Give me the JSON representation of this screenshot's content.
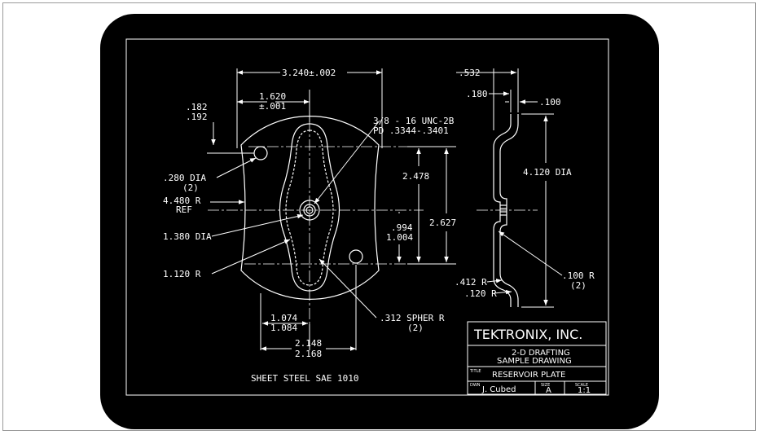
{
  "colors": {
    "paper": "#ffffff",
    "screen": "#000000",
    "ink": "#ffffff"
  },
  "dims": {
    "overall_width": "3.240±.002",
    "half_width": "1.620",
    "half_width_tol": "±.001",
    "hole_offset_a": ".182",
    "hole_offset_b": ".192",
    "thread": "3/8 - 16 UNC-2B",
    "pitch_dia": "PD .3344-.3401",
    "small_hole": ".280 DIA",
    "small_hole_qty": "(2)",
    "outer_radius": "4.480 R",
    "outer_radius_note": "REF",
    "center_dia": "1.380 DIA",
    "inner_radius": "1.120 R",
    "lower_a": "1.074",
    "lower_b": "1.084",
    "spher": ".312 SPHER R",
    "spher_qty": "(2)",
    "bottom_a": "2.148",
    "bottom_b": "2.168",
    "v_2478": "2.478",
    "v_2627": "2.627",
    "v_994": ".994",
    "v_1004": "1.004",
    "side_532": ".532",
    "side_180": ".180",
    "side_100": ".100",
    "side_dia": "4.120 DIA",
    "side_r100": ".100 R",
    "side_r100_qty": "(2)",
    "side_r412": ".412 R",
    "side_r120": ".120 R"
  },
  "material_note": "SHEET STEEL SAE 1010",
  "title_block": {
    "company": "TEKTRONIX, INC.",
    "desc_line1": "2-D DRAFTING",
    "desc_line2": "SAMPLE DRAWING",
    "title_label": "TITLE",
    "title": "RESERVOIR PLATE",
    "dwn_label": "DWN",
    "dwn": "J. Cubed",
    "size_label": "SIZE",
    "size": "A",
    "scale_label": "SCALE",
    "scale": "1:1"
  }
}
